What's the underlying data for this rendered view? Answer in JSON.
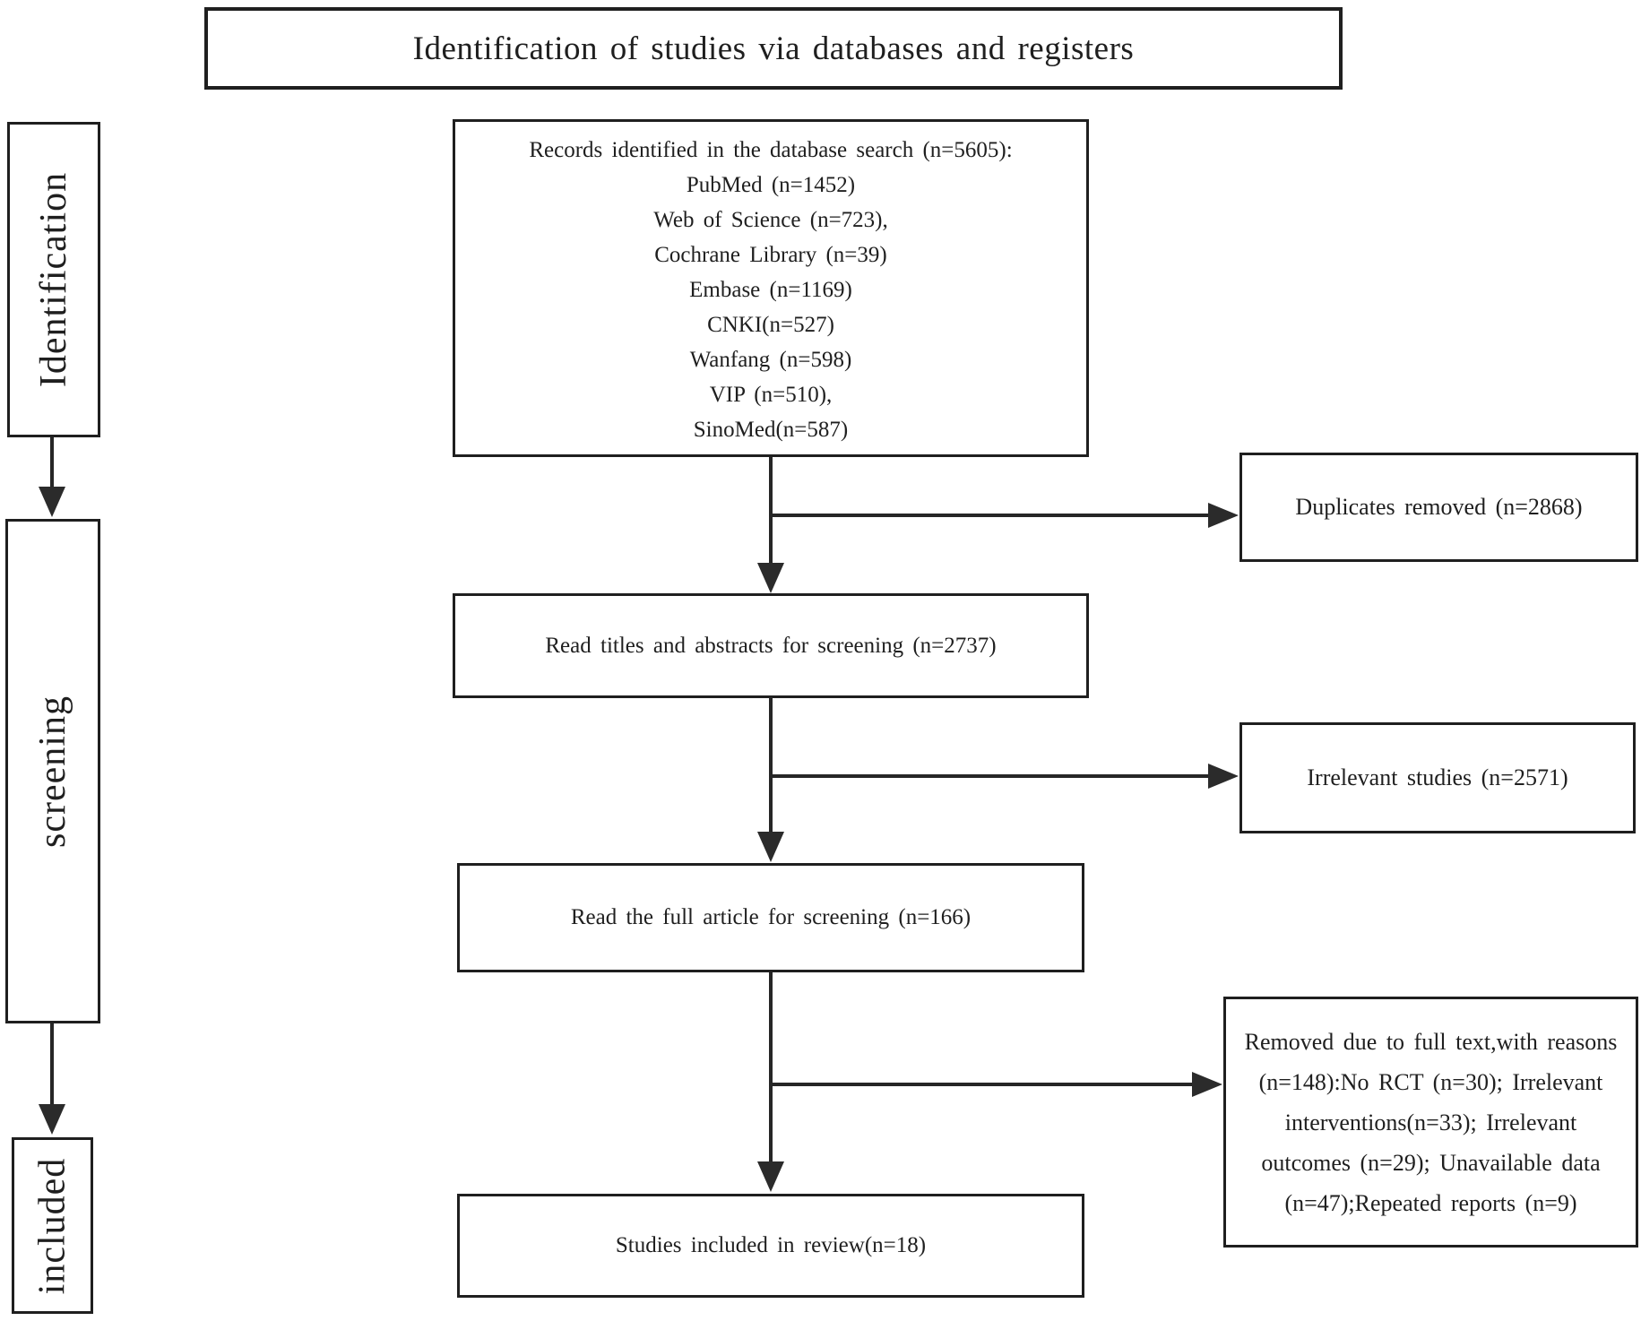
{
  "title": "Identification of studies via databases and registers",
  "sidebar": {
    "stages": [
      {
        "label": "Identification"
      },
      {
        "label": "screening"
      },
      {
        "label": "included"
      }
    ]
  },
  "flow": {
    "records": {
      "header": "Records identified in the database search (n=5605):",
      "sources": [
        "PubMed (n=1452)",
        "Web of Science (n=723),",
        "Cochrane Library (n=39)",
        "Embase (n=1169)",
        "CNKI(n=527)",
        "Wanfang (n=598)",
        "VIP (n=510),",
        "SinoMed(n=587)"
      ]
    },
    "titles_screening": "Read titles and abstracts for screening (n=2737)",
    "full_article": "Read the full article for screening (n=166)",
    "included": "Studies included in review(n=18)",
    "duplicates_removed": "Duplicates removed (n=2868)",
    "irrelevant_studies": "Irrelevant studies (n=2571)",
    "removed_full_text": "Removed due to full text,with reasons (n=148):No RCT (n=30); Irrelevant interventions(n=33); Irrelevant outcomes (n=29); Unavailable data (n=47);Repeated reports (n=9)"
  }
}
